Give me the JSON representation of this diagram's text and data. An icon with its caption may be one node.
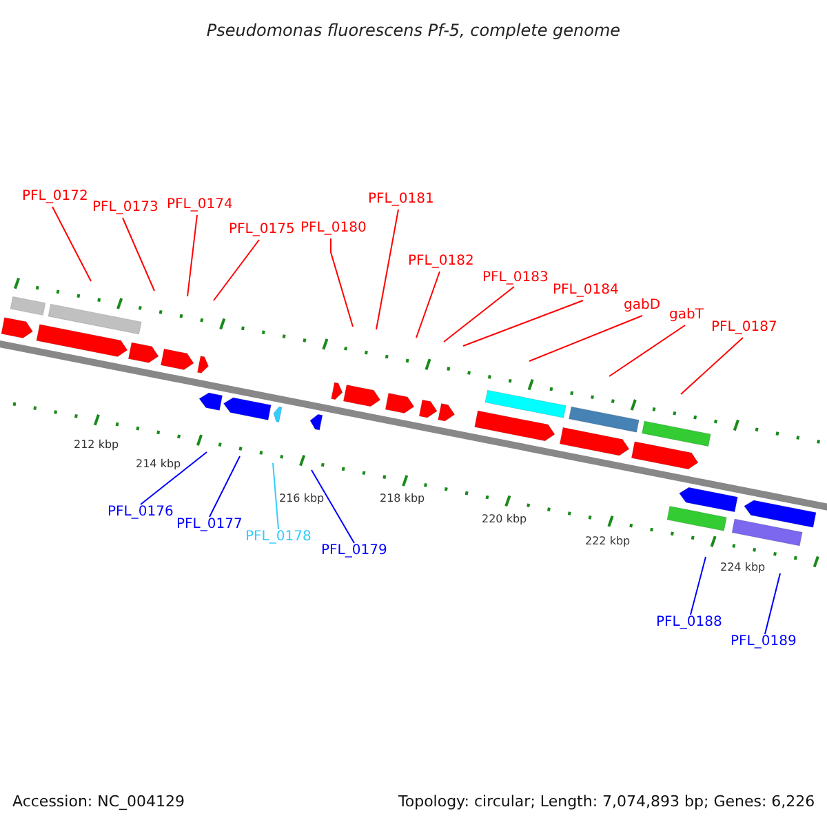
{
  "diagram": {
    "title": "Pseudomonas fluorescens Pf-5, complete genome",
    "nodes": [
      {
        "text": [
          "PFL_0172"
        ]
      },
      {
        "text": [
          "PFL_0173"
        ]
      },
      {
        "text": [
          "PFL_0174"
        ]
      },
      {
        "text": [
          "PFL_0175"
        ]
      },
      {
        "text": [
          "PFL_0180"
        ]
      },
      {
        "text": [
          "PFL_0181"
        ]
      },
      {
        "text": [
          "PFL_0182"
        ]
      },
      {
        "text": [
          "PFL_0183"
        ]
      },
      {
        "text": [
          "PFL_0184"
        ]
      },
      {
        "text": [
          "gabD"
        ]
      },
      {
        "text": [
          "gabT"
        ]
      },
      {
        "text": [
          "PFL_0187"
        ]
      },
      {
        "text": [
          "PFL_0176"
        ]
      },
      {
        "text": [
          "PFL_0177"
        ]
      },
      {
        "text": [
          "PFL_0178"
        ]
      },
      {
        "text": [
          "PFL_0179"
        ]
      },
      {
        "text": [
          "PFL_0188"
        ]
      },
      {
        "text": [
          "PFL_0189"
        ]
      }
    ],
    "edges": [
      {
        "from": 0,
        "to": null,
        "arrow": "none"
      },
      {
        "from": 1,
        "to": null,
        "arrow": "none"
      },
      {
        "from": 2,
        "to": null,
        "arrow": "none"
      },
      {
        "from": 3,
        "to": null,
        "arrow": "none"
      },
      {
        "from": 4,
        "to": null,
        "arrow": "none"
      },
      {
        "from": 5,
        "to": null,
        "arrow": "none"
      },
      {
        "from": 6,
        "to": null,
        "arrow": "none"
      },
      {
        "from": 7,
        "to": null,
        "arrow": "none"
      },
      {
        "from": 8,
        "to": null,
        "arrow": "none"
      },
      {
        "from": 9,
        "to": null,
        "arrow": "none"
      },
      {
        "from": 10,
        "to": null,
        "arrow": "none"
      },
      {
        "from": 11,
        "to": null,
        "arrow": "none"
      },
      {
        "from": 12,
        "to": null,
        "arrow": "none",
        "color": "#0000ff"
      },
      {
        "from": 13,
        "to": null,
        "arrow": "none",
        "color": "#0000ff"
      },
      {
        "from": 14,
        "to": null,
        "arrow": "none",
        "color": "#33ccff"
      },
      {
        "from": 15,
        "to": null,
        "arrow": "none",
        "color": "#0000ff"
      },
      {
        "from": 16,
        "to": null,
        "arrow": "none",
        "color": "#0000ff"
      },
      {
        "from": 17,
        "to": null,
        "arrow": "none",
        "color": "#0000ff"
      }
    ],
    "labels": [
      "212 kbp",
      "214 kbp",
      "216 kbp",
      "218 kbp",
      "220 kbp",
      "222 kbp",
      "224 kbp",
      "Accession: NC_004129",
      "Topology: circular; Length: 7,074,893 bp; Genes: 6,226"
    ]
  }
}
